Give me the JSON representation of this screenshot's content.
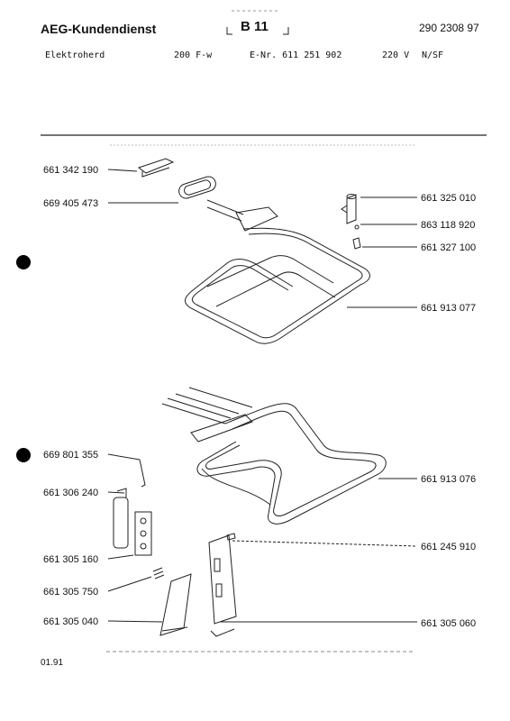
{
  "header": {
    "brand": "AEG-Kundendienst",
    "group": "B 11",
    "doc_number": "290 2308 97"
  },
  "model_line": {
    "product": "Elektroherd",
    "model": "200 F-w",
    "enr": "E-Nr. 611 251 902",
    "voltage": "220 V",
    "variant": "N/SF"
  },
  "parts": {
    "p1": "661 342 190",
    "p2": "669 405 473",
    "p3": "661 325 010",
    "p4": "863 118 920",
    "p5": "661 327 100",
    "p6": "661 913 077",
    "p7": "669 801 355",
    "p8": "661 306 240",
    "p9": "661 913 076",
    "p10": "661 245 910",
    "p11": "661 305 160",
    "p12": "661 305 750",
    "p13": "661 305 040",
    "p14": "661 305 060"
  },
  "footer": {
    "date": "01.91"
  }
}
